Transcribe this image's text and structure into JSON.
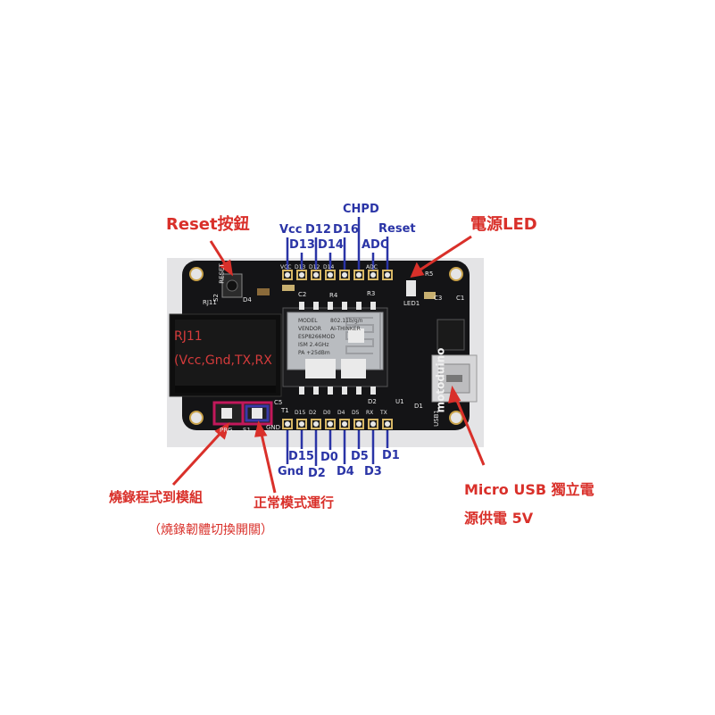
{
  "board": {
    "brand": "motoduino",
    "module": {
      "lines": [
        "MODEL",
        "VENDOR",
        "ESP8266MOD",
        "ISM 2.4GHz",
        "PA +25dBm",
        "802.11b/g/n"
      ],
      "vendor_name": "AI-THINKER"
    },
    "silkscreen": {
      "reset": "RESET",
      "s2": "S2",
      "rj11": "RJ11",
      "d4": "D4",
      "c2": "C2",
      "r4": "R4",
      "r3": "R3",
      "r5": "R5",
      "c3": "C3",
      "c1": "C1",
      "led1": "LED1",
      "d1": "D1",
      "usb1": "USB1",
      "u1": "U1",
      "prg": "PRG",
      "s1": "S1",
      "gnd": "GND",
      "t1": "T1",
      "c5": "C5",
      "d2s": "D2",
      "top_pins": [
        "VCC",
        "D13",
        "D12",
        "D14",
        "",
        "",
        "ADC",
        ""
      ],
      "bottom_pins": [
        "D15",
        "D2",
        "D0",
        "D4",
        "D5",
        "RX",
        "TX"
      ]
    }
  },
  "annotations": {
    "reset_button": "Reset按鈕",
    "power_led": "電源LED",
    "rj11_title": "RJ11",
    "rj11_pins": "(Vcc,Gnd,TX,RX",
    "prog_mode": "燒錄程式到模組",
    "switch_note": "（燒錄韌體切換開關）",
    "normal_mode": "正常模式運行",
    "usb_line1": "Micro USB 獨立電",
    "usb_line2": "源供電 5V"
  },
  "pins": {
    "top": {
      "vcc": "Vcc",
      "d13": "D13",
      "d12": "D12",
      "d14": "D14",
      "d16": "D16",
      "chpd": "CHPD",
      "adc": "ADC",
      "reset": "Reset"
    },
    "bottom": {
      "gnd": "Gnd",
      "d15": "D15",
      "d2": "D2",
      "d0": "D0",
      "d4": "D4",
      "d5": "D5",
      "d3": "D3",
      "d1": "D1"
    }
  },
  "colors": {
    "annotation_red": "#d9302a",
    "pin_blue": "#2a34a6",
    "pcb": "#141416",
    "highlight_box": "#c2185b",
    "highlight_box2": "#3a3aa8"
  }
}
